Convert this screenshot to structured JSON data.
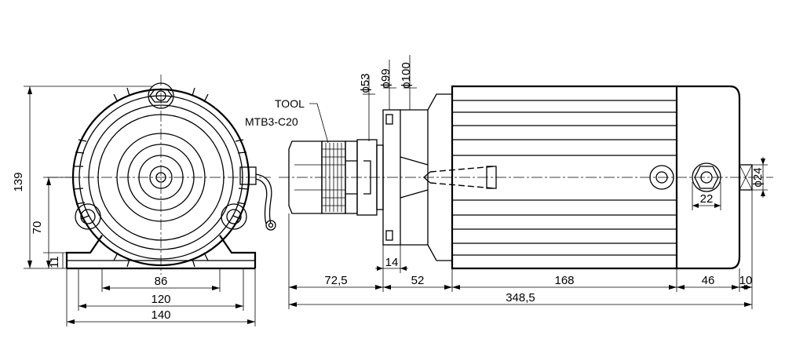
{
  "labels": {
    "tool_line1": "TOOL",
    "tool_line2": "MTB3-C20"
  },
  "dimensions": {
    "front_height_total": "139",
    "front_height_axis": "70",
    "front_foot_height": "11",
    "front_width_86": "86",
    "front_width_120": "120",
    "front_width_140": "140",
    "side_dia_53": "ϕ53",
    "side_dia_99": "ϕ99",
    "side_dia_100": "ϕ100",
    "side_len_14": "14",
    "side_len_72_5": "72,5",
    "side_len_52": "52",
    "side_len_168": "168",
    "side_len_46": "46",
    "side_len_10": "10",
    "side_len_total": "348,5",
    "side_hex_22": "22",
    "side_shaft_dia_24": "ϕ24"
  }
}
